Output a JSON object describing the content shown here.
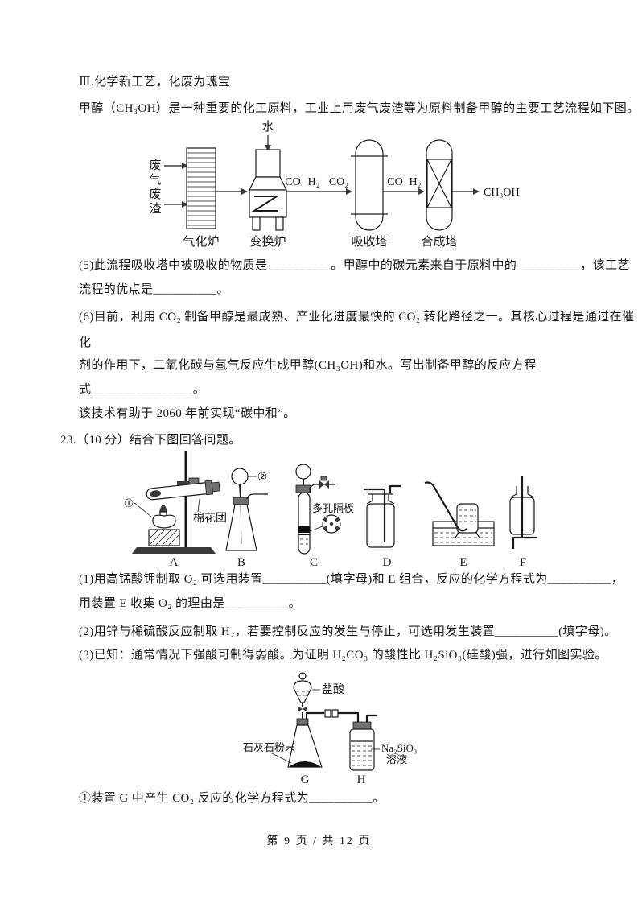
{
  "page": {
    "footer": "第 9 页 / 共 12 页"
  },
  "doc": {
    "heading": "Ⅲ.化学新工艺，化废为瑰宝",
    "intro": "甲醇（CH₃OH）是一种重要的化工原料，工业上用废气废渣等为原料制备甲醇的主要工艺流程如下图。",
    "q5_l1": "(5)此流程吸收塔中被吸收的物质是__________。甲醇中的碳元素来自于原料中的__________，该工艺",
    "q5_l2": "流程的优点是__________。",
    "q6_l1": "(6)目前，利用 CO₂ 制备甲醇是最成熟、产业化进度最快的 CO₂ 转化路径之一。其核心过程是通过在催",
    "q6_l2": "化",
    "q6_l3": "剂的作用下，二氧化碳与氢气反应生成甲醇(CH₃OH)和水。写出制备甲醇的反应方程",
    "q6_l4": "式________________。",
    "q6_l5": "该技术有助于 2060 年前实现“碳中和”。",
    "q23_heading": "23.（10 分）结合下图回答问题。",
    "q23_1_l1": "(1)用高锰酸钾制取 O₂ 可选用装置__________(填字母)和 E 组合，反应的化学方程式为__________，",
    "q23_1_l2": "用装置 E 收集 O₂ 的理由是__________。",
    "q23_2": "(2)用锌与稀硫酸反应制取 H₂，若要控制反应的发生与停止，可选用发生装置__________(填字母)。",
    "q23_3": "(3)已知：通常情况下强酸可制得弱酸。为证明 H₂CO₃ 的酸性比 H₂SiO₃(硅酸)强，进行如图实验。",
    "q23_sub1": "①装置 G 中产生 CO₂ 反应的化学方程式为__________。"
  },
  "flow": {
    "feed": [
      "废",
      "气",
      "废",
      "渣"
    ],
    "water": "水",
    "gasifier": "气化炉",
    "shift": "变换炉",
    "absorber": "吸收塔",
    "synth": "合成塔",
    "s1a": "CO",
    "s1b": "H₂",
    "s1c": "CO₂",
    "s2a": "CO",
    "s2b": "H₂",
    "product": "CH₃OH"
  },
  "apparatus": {
    "callout1": "①",
    "cotton": "棉花团",
    "callout2": "②",
    "porous": "多孔隔板",
    "letters": [
      "A",
      "B",
      "C",
      "D",
      "E",
      "F"
    ]
  },
  "exp": {
    "acid": "盐酸",
    "limestone": "石灰石粉末",
    "sol1": "Na₂SiO₃",
    "sol2": "溶液",
    "g": "G",
    "h": "H"
  }
}
